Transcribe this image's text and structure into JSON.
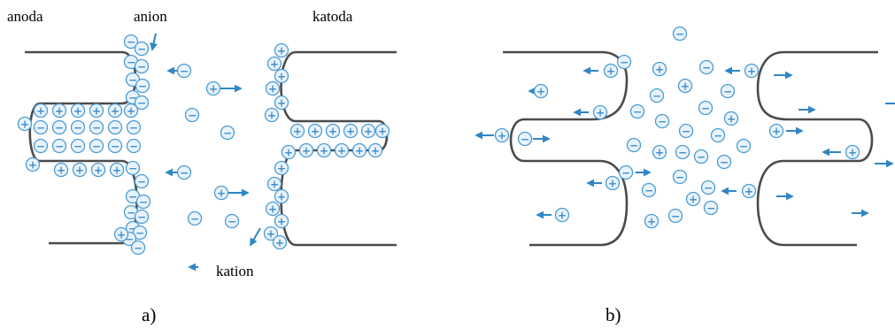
{
  "labels": {
    "anode": "anoda",
    "anion": "anion",
    "cathode": "katoda",
    "cation": "kation",
    "panel_a": "a)",
    "panel_b": "b)"
  },
  "ion_signs": {
    "cation": "+",
    "anion": "−"
  },
  "colors": {
    "ion_stroke": "#4a9bd3",
    "ion_fill": "#e9f3fb",
    "arrow": "#2f86c6",
    "electrode": "#4b4b4b"
  }
}
